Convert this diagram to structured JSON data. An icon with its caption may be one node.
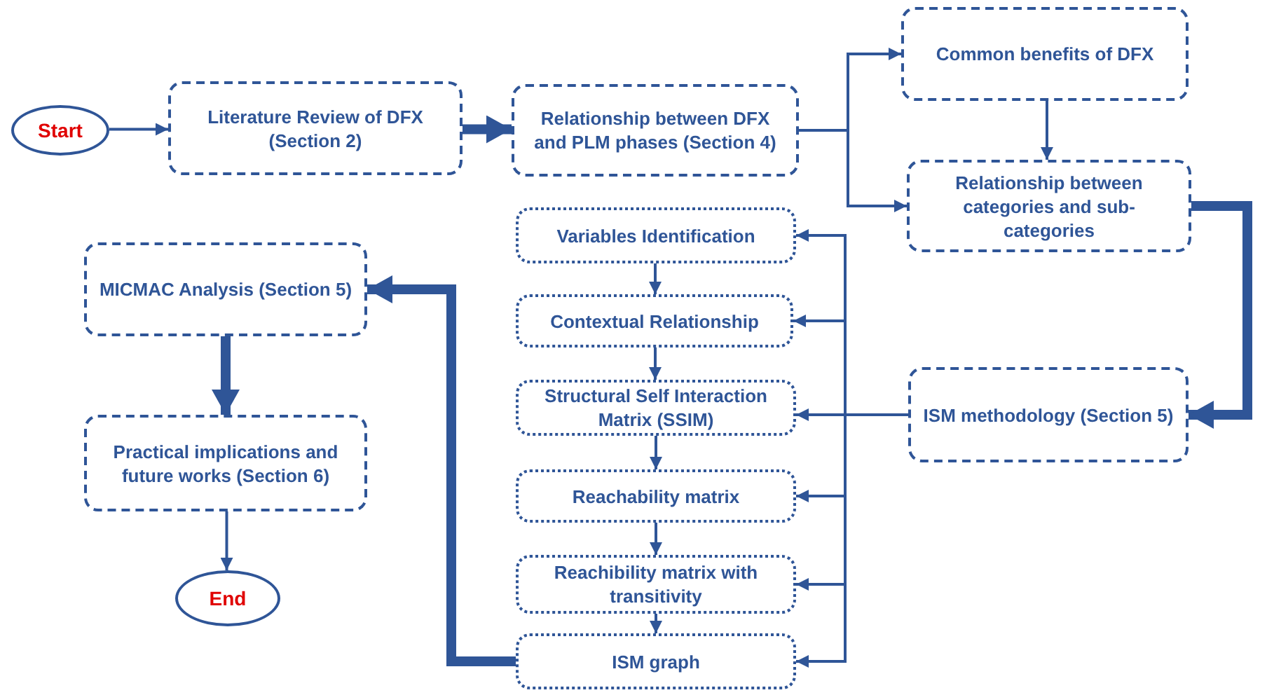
{
  "diagram": {
    "nodes": [
      {
        "text": [
          "Start"
        ]
      },
      {
        "text": [
          "Literature Review of DFX (Section 2)"
        ]
      },
      {
        "text": [
          "Relationship between DFX and PLM phases (Section 4)"
        ]
      },
      {
        "text": [
          "Common benefits of DFX"
        ]
      },
      {
        "text": [
          "Relationship between categories and sub-categories"
        ]
      },
      {
        "text": [
          "ISM methodology (Section 5)"
        ]
      },
      {
        "text": [
          "Variables Identification"
        ]
      },
      {
        "text": [
          "Contextual Relationship"
        ]
      },
      {
        "text": [
          "Structural Self Interaction Matrix (SSIM)"
        ]
      },
      {
        "text": [
          "Reachability matrix"
        ]
      },
      {
        "text": [
          "Reachibility matrix with transitivity"
        ]
      },
      {
        "text": [
          "ISM graph"
        ]
      },
      {
        "text": [
          "MICMAC Analysis (Section 5)"
        ]
      },
      {
        "text": [
          "Practical implications and future works (Section 6)"
        ]
      },
      {
        "text": [
          "End"
        ]
      }
    ],
    "edges": [
      {
        "from": 0,
        "to": 1,
        "arrow": "to"
      },
      {
        "from": 1,
        "to": 2,
        "arrow": "to",
        "style": "thick"
      },
      {
        "from": 2,
        "to": 3,
        "arrow": "to"
      },
      {
        "from": 2,
        "to": 4,
        "arrow": "to"
      },
      {
        "from": 3,
        "to": 4,
        "arrow": "to"
      },
      {
        "from": 4,
        "to": 5,
        "arrow": "to",
        "style": "thick"
      },
      {
        "from": 5,
        "to": 6,
        "arrow": "to"
      },
      {
        "from": 5,
        "to": 7,
        "arrow": "to"
      },
      {
        "from": 5,
        "to": 8,
        "arrow": "to"
      },
      {
        "from": 5,
        "to": 9,
        "arrow": "to"
      },
      {
        "from": 5,
        "to": 10,
        "arrow": "to"
      },
      {
        "from": 5,
        "to": 11,
        "arrow": "to"
      },
      {
        "from": 6,
        "to": 7,
        "arrow": "to"
      },
      {
        "from": 7,
        "to": 8,
        "arrow": "to"
      },
      {
        "from": 8,
        "to": 9,
        "arrow": "to"
      },
      {
        "from": 9,
        "to": 10,
        "arrow": "to"
      },
      {
        "from": 10,
        "to": 11,
        "arrow": "to"
      },
      {
        "from": 11,
        "to": 12,
        "arrow": "to",
        "style": "thick"
      },
      {
        "from": 12,
        "to": 13,
        "arrow": "to",
        "style": "thick"
      },
      {
        "from": 13,
        "to": 14,
        "arrow": "to"
      }
    ]
  }
}
